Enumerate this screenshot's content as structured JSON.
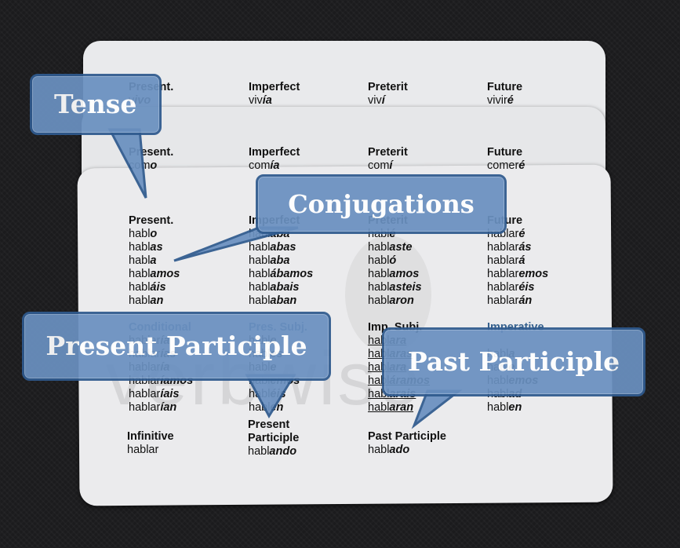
{
  "back_card": {
    "headers": [
      "Present.",
      "Imperfect",
      "Preterit",
      "Future"
    ],
    "forms": [
      [
        "v",
        "ivo"
      ],
      [
        "viv",
        "ía"
      ],
      [
        "viv",
        "í"
      ],
      [
        "vivir",
        "é"
      ]
    ]
  },
  "mid_card": {
    "headers": [
      "Present.",
      "Imperfect",
      "Preterit",
      "Future"
    ],
    "forms": [
      [
        "com",
        "o"
      ],
      [
        "com",
        "ía"
      ],
      [
        "com",
        "í"
      ],
      [
        "comer",
        "é"
      ]
    ]
  },
  "front_card": {
    "present": {
      "header": "Present.",
      "forms": [
        [
          "habl",
          "o"
        ],
        [
          "habl",
          "as"
        ],
        [
          "habl",
          "a"
        ],
        [
          "habl",
          "amos"
        ],
        [
          "habl",
          "áis"
        ],
        [
          "habl",
          "an"
        ]
      ]
    },
    "imperfect": {
      "header": "Imperfect",
      "forms": [
        [
          "habl",
          "aba"
        ],
        [
          "habl",
          "abas"
        ],
        [
          "habl",
          "aba"
        ],
        [
          "habl",
          "ábamos"
        ],
        [
          "habl",
          "abais"
        ],
        [
          "habl",
          "aban"
        ]
      ]
    },
    "preterit": {
      "header": "Preterit",
      "forms": [
        [
          "habl",
          "é"
        ],
        [
          "habl",
          "aste"
        ],
        [
          "habl",
          "ó"
        ],
        [
          "habl",
          "amos"
        ],
        [
          "habl",
          "asteis"
        ],
        [
          "habl",
          "aron"
        ]
      ]
    },
    "future": {
      "header": "Future",
      "forms": [
        [
          "hablar",
          "é"
        ],
        [
          "hablar",
          "ás"
        ],
        [
          "hablar",
          "á"
        ],
        [
          "hablar",
          "emos"
        ],
        [
          "hablar",
          "éis"
        ],
        [
          "hablar",
          "án"
        ]
      ]
    },
    "conditional": {
      "header": "Conditional",
      "forms": [
        [
          "hablar",
          "ía"
        ],
        [
          "hablar",
          "ías"
        ],
        [
          "hablar",
          "ía"
        ],
        [
          "hablar",
          "íamos"
        ],
        [
          "hablar",
          "íais"
        ],
        [
          "hablar",
          "ían"
        ]
      ]
    },
    "pres_subj": {
      "header": "Pres. Subj.",
      "forms": [
        [
          "habl",
          "e"
        ],
        [
          "habl",
          "es"
        ],
        [
          "habl",
          "e"
        ],
        [
          "habl",
          "emos"
        ],
        [
          "habl",
          "éis"
        ],
        [
          "habl",
          "en"
        ]
      ]
    },
    "imp_subj": {
      "header": "Imp. Subj.",
      "forms": [
        [
          "habl",
          "ara"
        ],
        [
          "habl",
          "aras"
        ],
        [
          "habl",
          "ara"
        ],
        [
          "habl",
          "áramos"
        ],
        [
          "habl",
          "arais"
        ],
        [
          "habl",
          "aran"
        ]
      ]
    },
    "imperative": {
      "header": "Imperative",
      "forms": [
        [
          "",
          ""
        ],
        [
          "habl",
          "a"
        ],
        [
          "habl",
          "e"
        ],
        [
          "habl",
          "emos"
        ],
        [
          "habl",
          "ad"
        ],
        [
          "habl",
          "en"
        ]
      ]
    },
    "infinitive": {
      "header": "Infinitive",
      "form": [
        "hablar",
        ""
      ]
    },
    "present_participle": {
      "header_line1": "Present",
      "header_line2": "Participle",
      "form": [
        "habl",
        "ando"
      ]
    },
    "past_participle": {
      "header": "Past Participle",
      "form": [
        "habl",
        "ado"
      ]
    },
    "watermark": "verbwise"
  },
  "callouts": {
    "tense": "Tense",
    "conjugations": "Conjugations",
    "present_participle": "Present Participle",
    "past_participle": "Past Participle"
  }
}
